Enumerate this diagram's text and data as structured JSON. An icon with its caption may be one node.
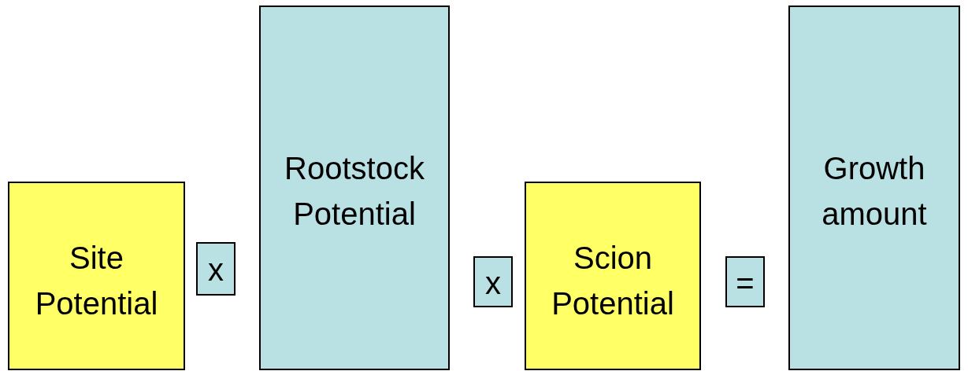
{
  "diagram": {
    "nodes": [
      {
        "text": [
          "Site Potential"
        ]
      },
      {
        "text": [
          "x"
        ]
      },
      {
        "text": [
          "Rootstock Potential"
        ]
      },
      {
        "text": [
          "x"
        ]
      },
      {
        "text": [
          "Scion Potential"
        ]
      },
      {
        "text": [
          "="
        ]
      },
      {
        "text": [
          "Growth amount"
        ]
      }
    ],
    "edges": []
  }
}
